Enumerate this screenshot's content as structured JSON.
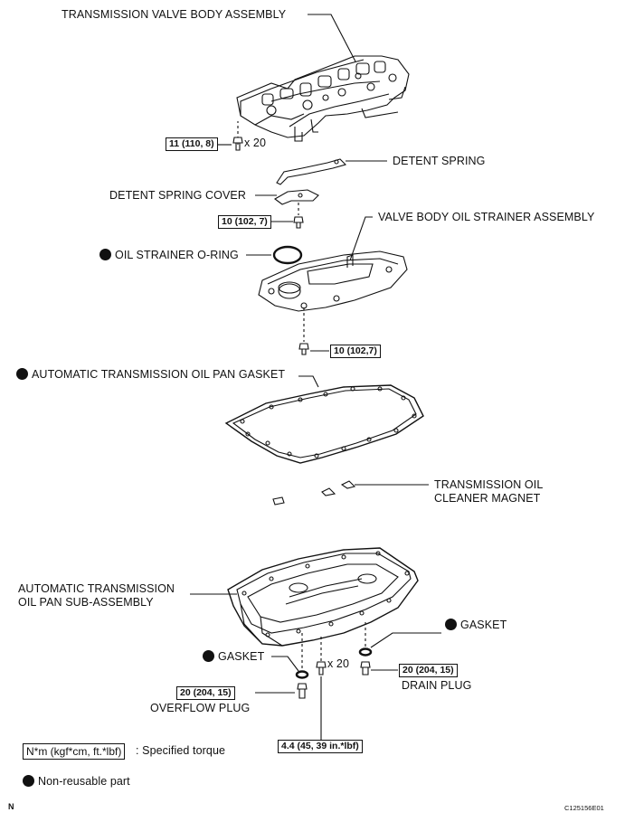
{
  "labels": {
    "valve_body": "TRANSMISSION VALVE BODY ASSEMBLY",
    "detent_spring": "DETENT SPRING",
    "detent_spring_cover": "DETENT SPRING COVER",
    "strainer_assembly": "VALVE BODY OIL STRAINER ASSEMBLY",
    "strainer_oring": "OIL STRAINER O-RING",
    "pan_gasket": "AUTOMATIC TRANSMISSION OIL PAN GASKET",
    "magnet": "TRANSMISSION OIL CLEANER MAGNET",
    "pan": "AUTOMATIC TRANSMISSION OIL PAN SUB-ASSEMBLY",
    "gasket_right": "GASKET",
    "gasket_left": "GASKET",
    "drain_plug": "DRAIN PLUG",
    "overflow_plug": "OVERFLOW PLUG"
  },
  "torques": {
    "valve_body_bolts": "11 (110, 8)",
    "detent_cover_bolt": "10 (102, 7)",
    "strainer_bolt": "10 (102,7)",
    "drain_plug": "20 (204, 15)",
    "overflow_plug": "20 (204, 15)",
    "pan_bolts": "4.4 (45, 39 in.*lbf)"
  },
  "quantities": {
    "valve_body_bolts": "x 20",
    "pan_bolts": "x 20"
  },
  "legend": {
    "torque_unit": "N*m (kgf*cm, ft.*lbf)",
    "torque_desc": ": Specified torque",
    "nonreusable": "Non-reusable part"
  },
  "footer": {
    "north_mark": "N",
    "figure_code": "C125156E01"
  }
}
